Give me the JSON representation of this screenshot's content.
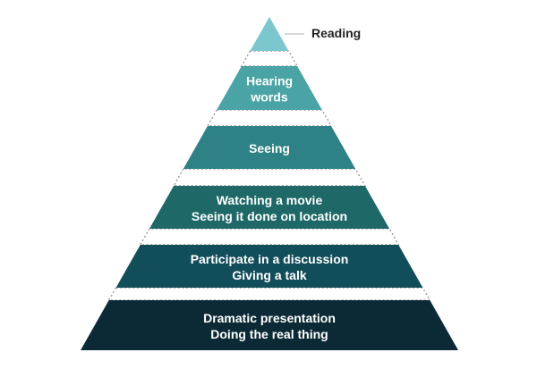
{
  "diagram": {
    "tiers": [
      {
        "lines": [
          "Reading"
        ],
        "color": "#7cc6cd"
      },
      {
        "lines": [
          "Hearing",
          "words"
        ],
        "color": "#4aa3a4"
      },
      {
        "lines": [
          "Seeing"
        ],
        "color": "#2e8184"
      },
      {
        "lines": [
          "Watching a movie",
          "Seeing it done on location"
        ],
        "color": "#1e6868"
      },
      {
        "lines": [
          "Participate in a discussion",
          "Giving a talk"
        ],
        "color": "#124e5a"
      },
      {
        "lines": [
          "Dramatic presentation",
          "Doing the real thing"
        ],
        "color": "#0c2a36"
      }
    ]
  }
}
